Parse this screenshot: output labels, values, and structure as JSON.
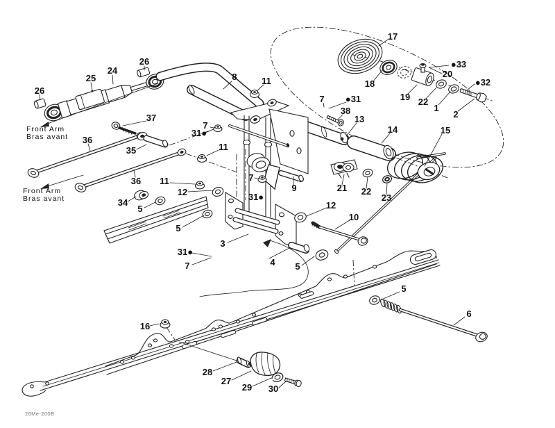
{
  "annotations": {
    "front_arm_upper": {
      "line1": "Front Arm",
      "line2": "Bras avant"
    },
    "front_arm_lower": {
      "line1": "Front Arm",
      "line2": "Bras avant"
    },
    "doc_code": "26Me-200B"
  },
  "callouts": [
    {
      "text": "17"
    },
    {
      "text": "●33"
    },
    {
      "text": "26"
    },
    {
      "text": "24"
    },
    {
      "text": "20"
    },
    {
      "text": "25"
    },
    {
      "text": "8"
    },
    {
      "text": "11"
    },
    {
      "text": "26"
    },
    {
      "text": "●32"
    },
    {
      "text": "18"
    },
    {
      "text": "19"
    },
    {
      "text": "22"
    },
    {
      "text": "1"
    },
    {
      "text": "2"
    },
    {
      "text": "7"
    },
    {
      "text": "●31"
    },
    {
      "text": "38"
    },
    {
      "text": "13"
    },
    {
      "text": "14"
    },
    {
      "text": "15"
    },
    {
      "text": "37"
    },
    {
      "text": "7"
    },
    {
      "text": "31●"
    },
    {
      "text": "36"
    },
    {
      "text": "35"
    },
    {
      "text": "11"
    },
    {
      "text": "36"
    },
    {
      "text": "11"
    },
    {
      "text": "12"
    },
    {
      "text": "34"
    },
    {
      "text": "5"
    },
    {
      "text": "7"
    },
    {
      "text": "31●"
    },
    {
      "text": "9"
    },
    {
      "text": "21"
    },
    {
      "text": "22"
    },
    {
      "text": "23"
    },
    {
      "text": "12"
    },
    {
      "text": "10"
    },
    {
      "text": "5"
    },
    {
      "text": "3"
    },
    {
      "text": "31●"
    },
    {
      "text": "7"
    },
    {
      "text": "4"
    },
    {
      "text": "5"
    },
    {
      "text": "5"
    },
    {
      "text": "6"
    },
    {
      "text": "16"
    },
    {
      "text": "28"
    },
    {
      "text": "27"
    },
    {
      "text": "29"
    },
    {
      "text": "30"
    }
  ]
}
